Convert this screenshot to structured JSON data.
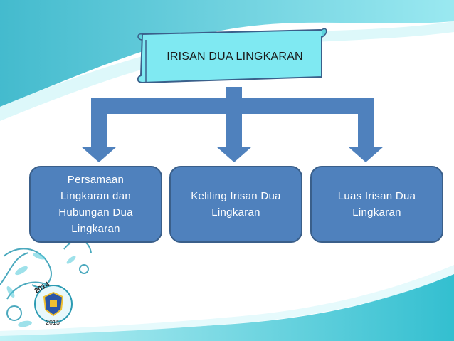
{
  "diagram": {
    "title": "IRISAN DUA LINGKARAN",
    "children": [
      {
        "label_lines": [
          "Persamaan",
          "Lingkaran dan",
          "Hubungan Dua",
          "Lingkaran"
        ]
      },
      {
        "label_lines": [
          "Keliling Irisan Dua",
          "Lingkaran"
        ]
      },
      {
        "label_lines": [
          "Luas Irisan Dua",
          "Lingkaran"
        ]
      }
    ]
  },
  "badge": {
    "year_top": "2014",
    "year_bottom": "2015"
  },
  "colors": {
    "banner_fill": "#7fe9f2",
    "arrow_fill": "#4f81bd",
    "box_fill": "#4f81bd",
    "wave_teal": "#4fc9d9"
  }
}
